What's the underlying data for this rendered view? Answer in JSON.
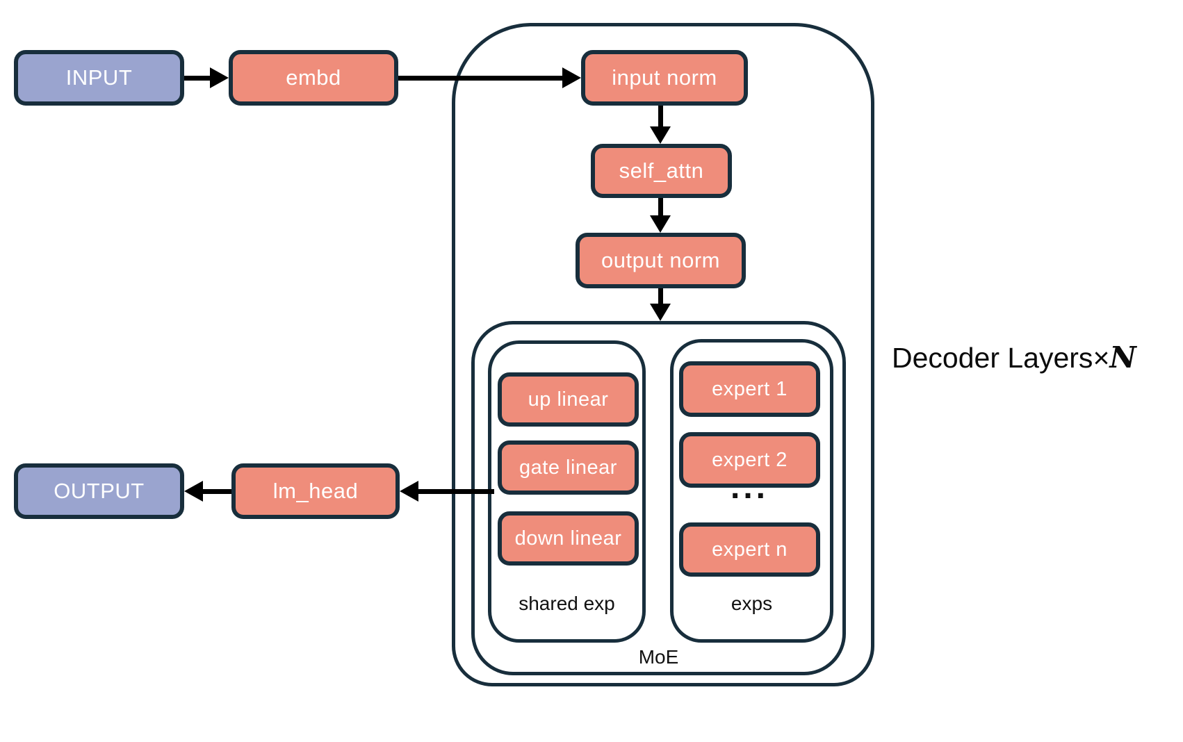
{
  "colors": {
    "io_fill": "#9AA4CF",
    "block_fill": "#EF8D7B",
    "border": "#182E3C",
    "arrow": "#000000",
    "text_dark": "#111111"
  },
  "nodes": {
    "input": {
      "label": "INPUT"
    },
    "embd": {
      "label": "embd"
    },
    "input_norm": {
      "label": "input norm"
    },
    "self_attn": {
      "label": "self_attn"
    },
    "output_norm": {
      "label": "output norm"
    },
    "up_linear": {
      "label": "up linear"
    },
    "gate_linear": {
      "label": "gate linear"
    },
    "down_linear": {
      "label": "down linear"
    },
    "expert_1": {
      "label": "expert 1"
    },
    "expert_2": {
      "label": "expert 2"
    },
    "ellipsis": {
      "label": "..."
    },
    "expert_n": {
      "label": "expert n"
    },
    "lm_head": {
      "label": "lm_head"
    },
    "output": {
      "label": "OUTPUT"
    }
  },
  "containers": {
    "decoder": {
      "label_prefix": "Decoder Layers",
      "label_times": "×",
      "label_n": "N"
    },
    "moe": {
      "label": "MoE"
    },
    "shared_exp": {
      "label": "shared exp"
    },
    "exps": {
      "label": "exps"
    }
  }
}
